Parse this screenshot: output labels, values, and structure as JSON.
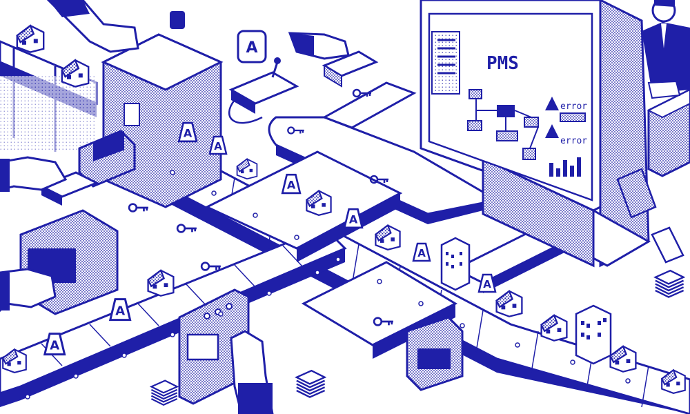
{
  "illustration": {
    "ink_color": "#1f1fa8",
    "paper_color": "#ffffff"
  },
  "monitor": {
    "title": "PMS",
    "error_labels": [
      "error",
      "error"
    ]
  },
  "signs": {
    "letter": "A"
  },
  "icons": [
    "house-icon",
    "key-icon",
    "sign-a-icon",
    "building-icon",
    "paper-stack-icon",
    "hand-icon",
    "joystick-icon"
  ]
}
